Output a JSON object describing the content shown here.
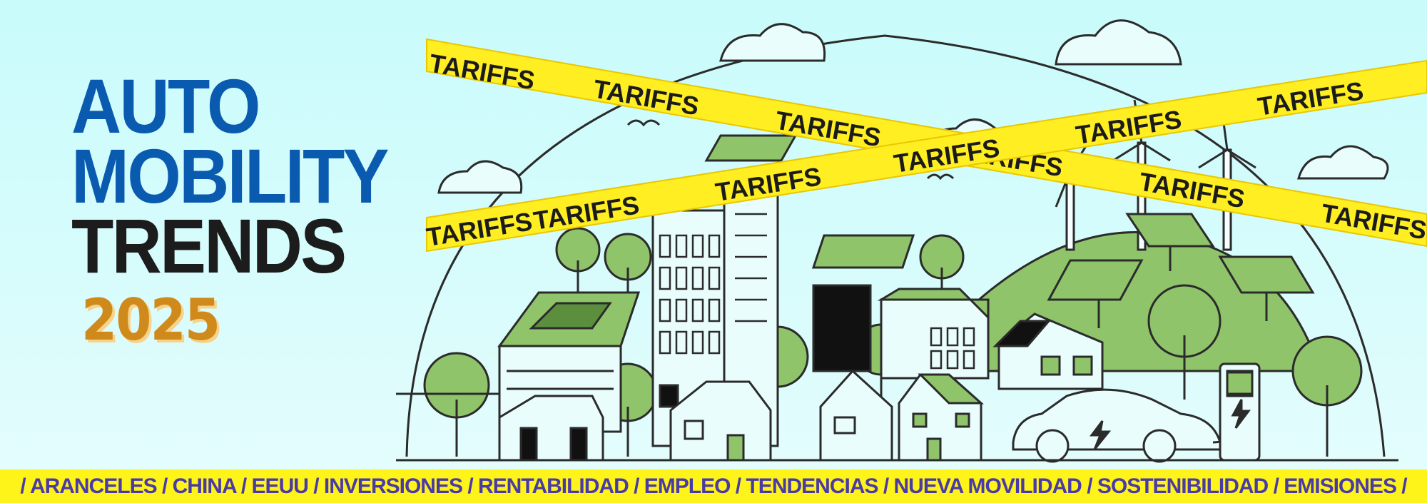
{
  "title": {
    "line1": "AUTO",
    "line2": "MOBILITY",
    "line3": "TRENDS",
    "year": "2025"
  },
  "tape": {
    "label": "TARIFFS",
    "color": "#ffee22"
  },
  "ticker": {
    "items": [
      "ARANCELES",
      "CHINA",
      "EEUU",
      "INVERSIONES",
      "RENTABILIDAD",
      "EMPLEO",
      "TENDENCIAS",
      "NUEVA MOVILIDAD",
      "SOSTENIBILIDAD",
      "EMISIONES"
    ],
    "separator": "/",
    "background": "#fff41a",
    "text_color": "#4a3aa8"
  },
  "colors": {
    "title_blue": "#0a5bb0",
    "title_dark": "#1c1c1c",
    "year_gold": "#d08a1c",
    "background": "#ccfbfb",
    "foliage": "#8fc46a"
  }
}
